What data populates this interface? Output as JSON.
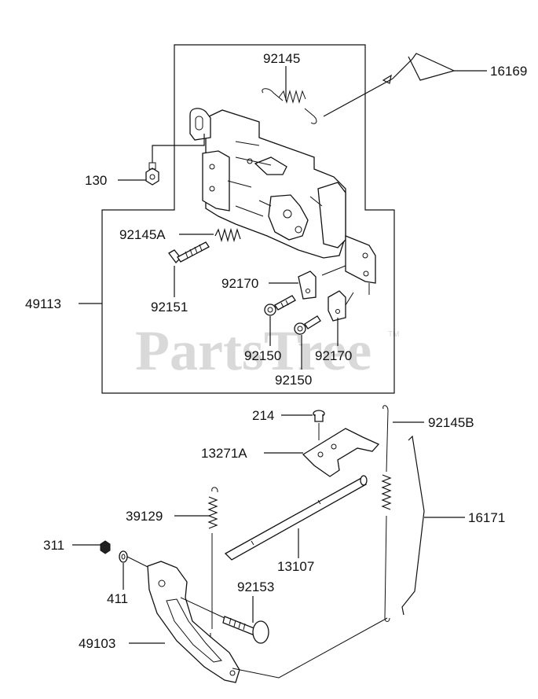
{
  "watermark": {
    "text": "PartsTree",
    "trademark": "TM"
  },
  "callouts": {
    "c92145": "92145",
    "c16169": "16169",
    "c130": "130",
    "c92145A": "92145A",
    "c49113": "49113",
    "c92151": "92151",
    "c92170a": "92170",
    "c92150a": "92150",
    "c92170b": "92170",
    "c92150b": "92150",
    "c214": "214",
    "c92145B": "92145B",
    "c13271A": "13271A",
    "c39129": "39129",
    "c16171": "16171",
    "c311": "311",
    "c13107": "13107",
    "c411": "411",
    "c92153": "92153",
    "c49103": "49103"
  }
}
